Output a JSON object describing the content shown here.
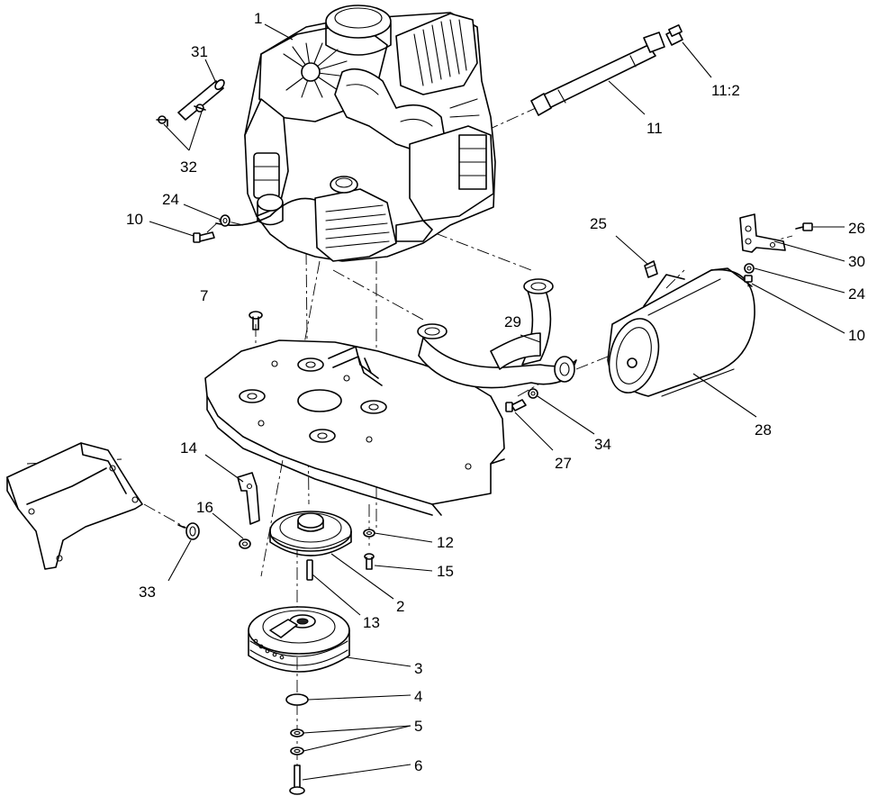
{
  "callouts": {
    "c1": "1",
    "c2": "2",
    "c3": "3",
    "c4": "4",
    "c5": "5",
    "c6": "6",
    "c7": "7",
    "c10a": "10",
    "c10b": "10",
    "c11": "11",
    "c11_2": "11:2",
    "c12": "12",
    "c13": "13",
    "c14": "14",
    "c15": "15",
    "c16": "16",
    "c24a": "24",
    "c24b": "24",
    "c25": "25",
    "c26": "26",
    "c27": "27",
    "c28": "28",
    "c29": "29",
    "c30": "30",
    "c31": "31",
    "c32": "32",
    "c33": "33",
    "c34": "34"
  }
}
